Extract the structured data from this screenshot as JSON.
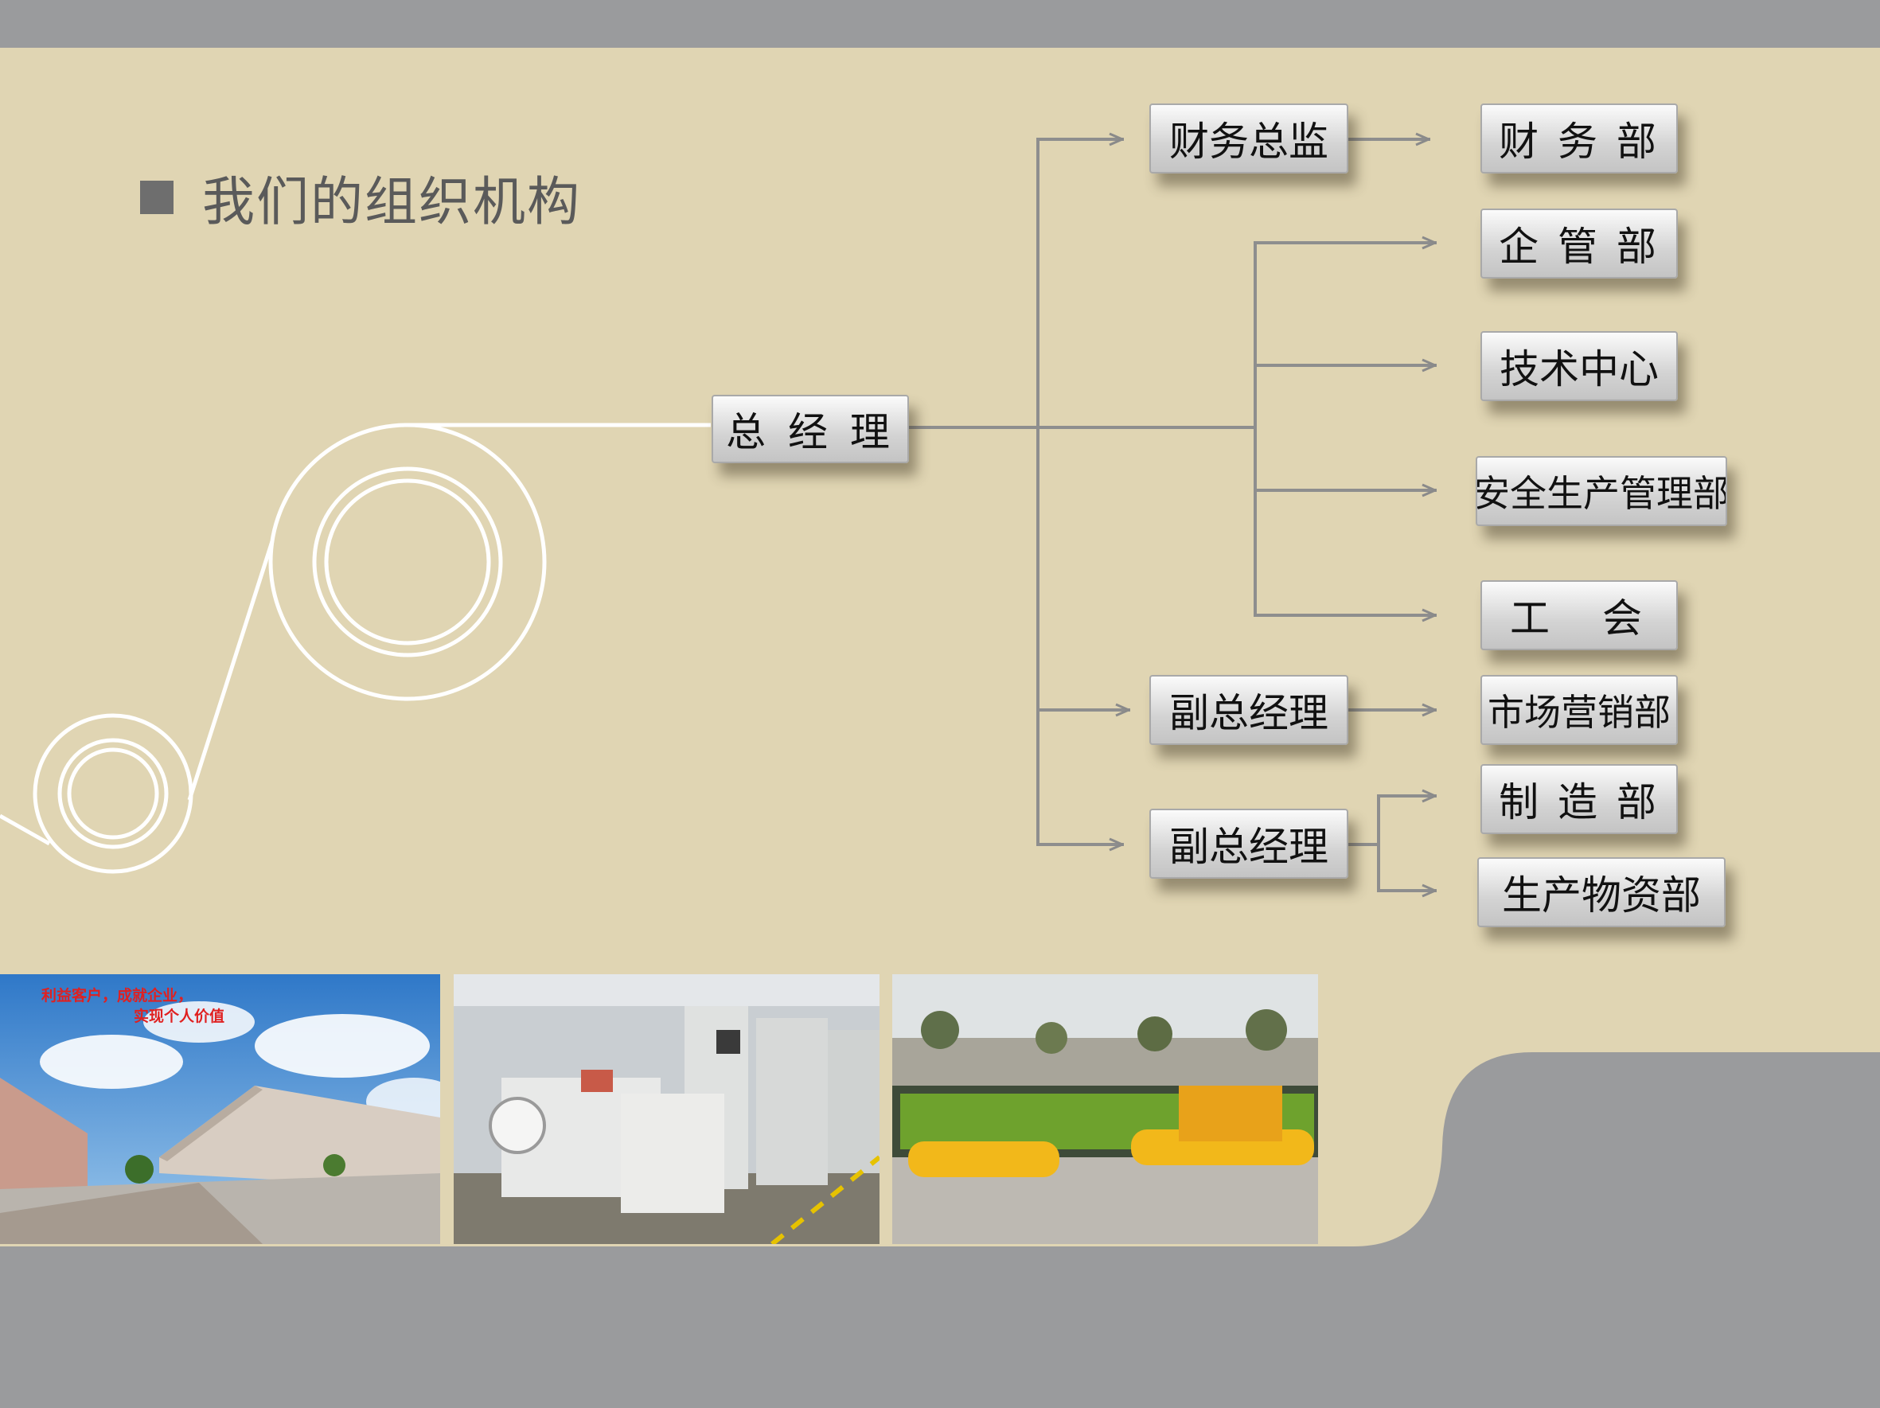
{
  "title": "我们的组织机构",
  "org_chart": {
    "root": "总 经 理",
    "level2": [
      "财务总监",
      "副总经理",
      "副总经理"
    ],
    "departments": [
      "财 务 部",
      "企 管 部",
      "技术中心",
      "安全生产管理部",
      "工　会",
      "市场营销部",
      "制 造 部",
      "生产物资部"
    ]
  },
  "photos": {
    "factory_slogan_line1": "利益客户，成就企业，",
    "factory_slogan_line2": "实现个人价值"
  },
  "colors": {
    "background": "#e0d5b3",
    "band": "#9a9b9d",
    "accent_line": "#ffffff"
  }
}
